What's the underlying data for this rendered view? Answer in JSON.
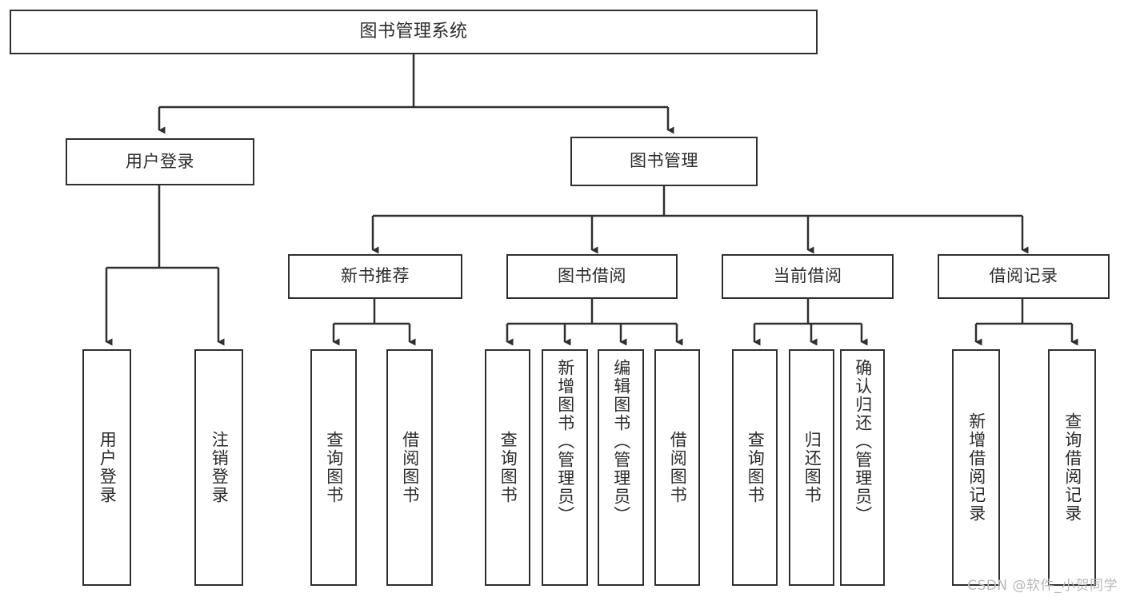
{
  "diagram": {
    "title": "图书管理系统",
    "watermark": "CSDN @软件_小贺同学",
    "stroke_color": "#2f2f2f",
    "fill_color": "#ffffff",
    "background": "#ffffff",
    "root": {
      "label": "图书管理系统"
    },
    "level2": [
      {
        "label": "用户登录"
      },
      {
        "label": "图书管理"
      }
    ],
    "level3": [
      {
        "label": "新书推荐"
      },
      {
        "label": "图书借阅"
      },
      {
        "label": "当前借阅"
      },
      {
        "label": "借阅记录"
      }
    ],
    "leaves": {
      "user_login": [
        {
          "label": "用户登录"
        },
        {
          "label": "注销登录"
        }
      ],
      "new_book": [
        {
          "label": "查询图书"
        },
        {
          "label": "借阅图书"
        }
      ],
      "book_borrow": [
        {
          "label": "查询图书"
        },
        {
          "label": "新增图书（管理员）"
        },
        {
          "label": "编辑图书（管理员）"
        },
        {
          "label": "借阅图书"
        }
      ],
      "current_borrow": [
        {
          "label": "查询图书"
        },
        {
          "label": "归还图书"
        },
        {
          "label": "确认归还（管理员）"
        }
      ],
      "borrow_record": [
        {
          "label": "新增借阅记录"
        },
        {
          "label": "查询借阅记录"
        }
      ]
    }
  }
}
